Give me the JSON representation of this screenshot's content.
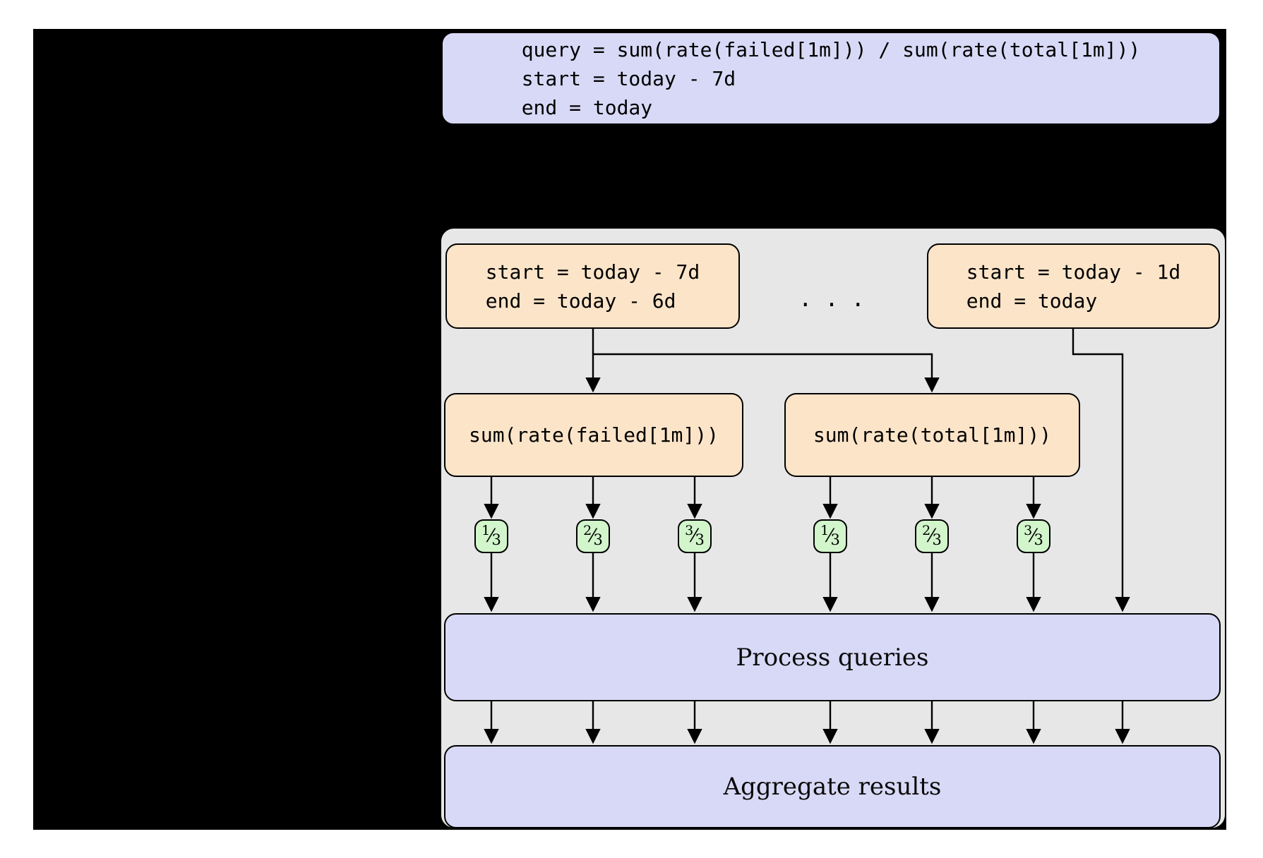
{
  "colors": {
    "page_background": "#ffffff",
    "redaction_black": "#000000",
    "node_lavender": "#d8d9f6",
    "node_peach": "#fce4c8",
    "node_green": "#d2f5cb",
    "container_gray": "#e7e7e7",
    "line_black": "#000000"
  },
  "diagram": {
    "query_box": {
      "lines": [
        "query = sum(rate(failed[1m])) / sum(rate(total[1m]))",
        "start = today - 7d",
        "end = today"
      ]
    },
    "subqueries": [
      {
        "lines": [
          "start = today - 7d",
          "end = today - 6d"
        ]
      },
      {
        "lines": [
          "start = today - 1d",
          "end = today"
        ]
      }
    ],
    "ellipsis": "...",
    "split_queries": [
      {
        "label": "sum(rate(failed[1m]))"
      },
      {
        "label": "sum(rate(total[1m]))"
      }
    ],
    "fraction_slash": "⁄",
    "shard_groups": [
      {
        "shards": [
          {
            "num": "1",
            "den": "3"
          },
          {
            "num": "2",
            "den": "3"
          },
          {
            "num": "3",
            "den": "3"
          }
        ]
      },
      {
        "shards": [
          {
            "num": "1",
            "den": "3"
          },
          {
            "num": "2",
            "den": "3"
          },
          {
            "num": "3",
            "den": "3"
          }
        ]
      }
    ],
    "process_box": {
      "label": "Process queries"
    },
    "aggregate_box": {
      "label": "Aggregate results"
    }
  }
}
